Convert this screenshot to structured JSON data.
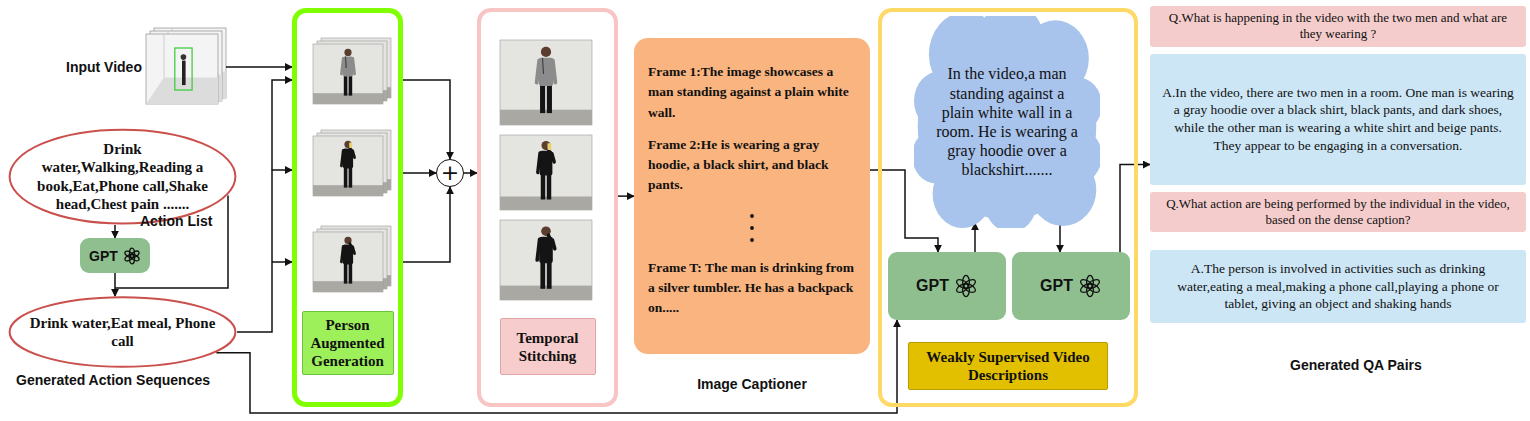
{
  "diagram": {
    "nodes": [
      {
        "text": [
          "Input Video"
        ]
      },
      {
        "text": [
          "Drink water,Walking,Reading a book,Eat,Phone call,Shake head,Chest pain ......."
        ]
      },
      {
        "text": [
          "GPT"
        ]
      },
      {
        "text": [
          "Drink water,Eat meal, Phone call"
        ]
      },
      {
        "text": [
          "Person Augmented Generation"
        ]
      },
      {
        "text": [
          "+"
        ]
      },
      {
        "text": [
          "Temporal Stitching"
        ]
      },
      {
        "text": [
          "Frame 1:The image showcases a man standing against a plain white wall.",
          "Frame 2:He is wearing a gray hoodie, a black shirt, and black pants.",
          "Frame T: The man is drinking from a silver tumbler. He has a backpack on.....",
          "Image Captioner"
        ]
      },
      {
        "text": [
          "Weakly Supervised Video Descriptions"
        ]
      },
      {
        "text": [
          "In the video,a man standing against a plain white wall in a room. He is wearing a gray hoodie over a blackshirt......."
        ],
        "in": 8
      },
      {
        "text": [
          "GPT"
        ],
        "in": 8
      },
      {
        "text": [
          "GPT"
        ],
        "in": 8
      },
      {
        "text": [
          "Q.What is happening in the video with the two men and what are they wearing ?"
        ]
      },
      {
        "text": [
          "A.In the video, there are two men in a room. One man is wearing a gray hoodie over a black shirt, black pants, and dark shoes, while the other man is wearing a white shirt and beige pants. They appear to be engaging in a conversation."
        ]
      },
      {
        "text": [
          "Q.What action are being performed by the individual in the video, based on the dense caption?"
        ]
      },
      {
        "text": [
          "A.The person is involved in activities such as drinking water,eating a meal,making a phone call,playing a phone or tablet, giving an object and shaking hands"
        ]
      }
    ],
    "edges": [
      {
        "from": 0,
        "to": 4,
        "arrow": "to"
      },
      {
        "from": 1,
        "to": 2,
        "arrow": "to"
      },
      {
        "from": 2,
        "to": 3,
        "arrow": "to"
      },
      {
        "from": 3,
        "to": 4,
        "arrow": "to"
      },
      {
        "from": 4,
        "to": 5,
        "arrow": "to"
      },
      {
        "from": 5,
        "to": 6,
        "arrow": "to"
      },
      {
        "from": 6,
        "to": 7,
        "arrow": "to"
      },
      {
        "from": 7,
        "to": 10,
        "arrow": "to"
      },
      {
        "from": 10,
        "to": 9,
        "arrow": "to"
      },
      {
        "from": 9,
        "to": 11,
        "arrow": "to"
      },
      {
        "from": 11,
        "to": 13,
        "arrow": "to"
      },
      {
        "from": 3,
        "to": 10,
        "arrow": "to"
      }
    ],
    "labels": [
      "Action List",
      "Generated Action Sequences",
      "Generated QA Pairs"
    ]
  }
}
